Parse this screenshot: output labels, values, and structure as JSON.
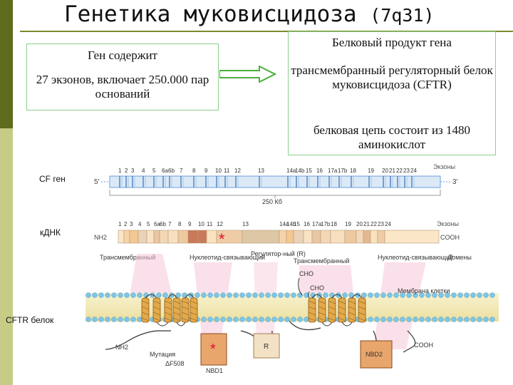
{
  "title": {
    "main": "Генетика муковисцидоза",
    "locus": "(7q31)"
  },
  "gene_box": {
    "label": "Ген содержит",
    "description": "27 экзонов, включает 250.000 пар оснований"
  },
  "protein_box": {
    "label": "Белковый продукт гена",
    "description": "трансмембранный регуляторный белок муковисцидоза (CFTR)",
    "note": "белковая цепь состоит из 1480 аминокислот"
  },
  "gene_map": {
    "label": "CF ген",
    "exons_label": "Экзоны",
    "five_prime": "5'",
    "three_prime": "3'",
    "size_label": "250 Кб",
    "exon_numbers": [
      "1",
      "2",
      "3",
      "4",
      "5",
      "6а",
      "6b",
      "7",
      "8",
      "9",
      "10",
      "11",
      "12",
      "13",
      "14a",
      "14b",
      "15",
      "16",
      "17a",
      "17b",
      "18",
      "19",
      "20",
      "21",
      "22",
      "23",
      "24"
    ]
  },
  "cdna": {
    "label": "кДНК",
    "exons_label": "Экзоны",
    "nh2": "NH2",
    "cooh": "COOH",
    "exon_numbers": [
      "1",
      "2",
      "3",
      "4",
      "5",
      "6а",
      "6b",
      "7",
      "8",
      "9",
      "10",
      "11",
      "12",
      "13",
      "14a",
      "14b",
      "15",
      "16",
      "17a",
      "17b",
      "18",
      "19",
      "20",
      "21",
      "22",
      "23",
      "24"
    ],
    "domains": [
      "Трансмембранный",
      "Нуклеотид-связывающий",
      "Регулятор-ный (R)",
      "Трансмембранный",
      "Нуклеотид-связывающий"
    ],
    "domains_label": "Домены"
  },
  "protein": {
    "label": "CFTR белок",
    "membrane_label": "Мембрана клетки",
    "cho": [
      "CHO",
      "CHO"
    ],
    "nh2": "NH2",
    "cooh": "COOH",
    "mutation_label": "Мутация",
    "mutation_name": "ΔF508",
    "nbd1": "NBD1",
    "r_domain": "R",
    "nbd2": "NBD2",
    "asterisk": "*"
  },
  "colors": {
    "sidebar_dark": "#5f6b1e",
    "sidebar_light": "#c6cc86",
    "box_border": "#8ccf8c",
    "arrow": "#4caf3c",
    "membrane": "#f0e8b0",
    "helix": "#e3a94a",
    "mutation": "#e01030"
  }
}
